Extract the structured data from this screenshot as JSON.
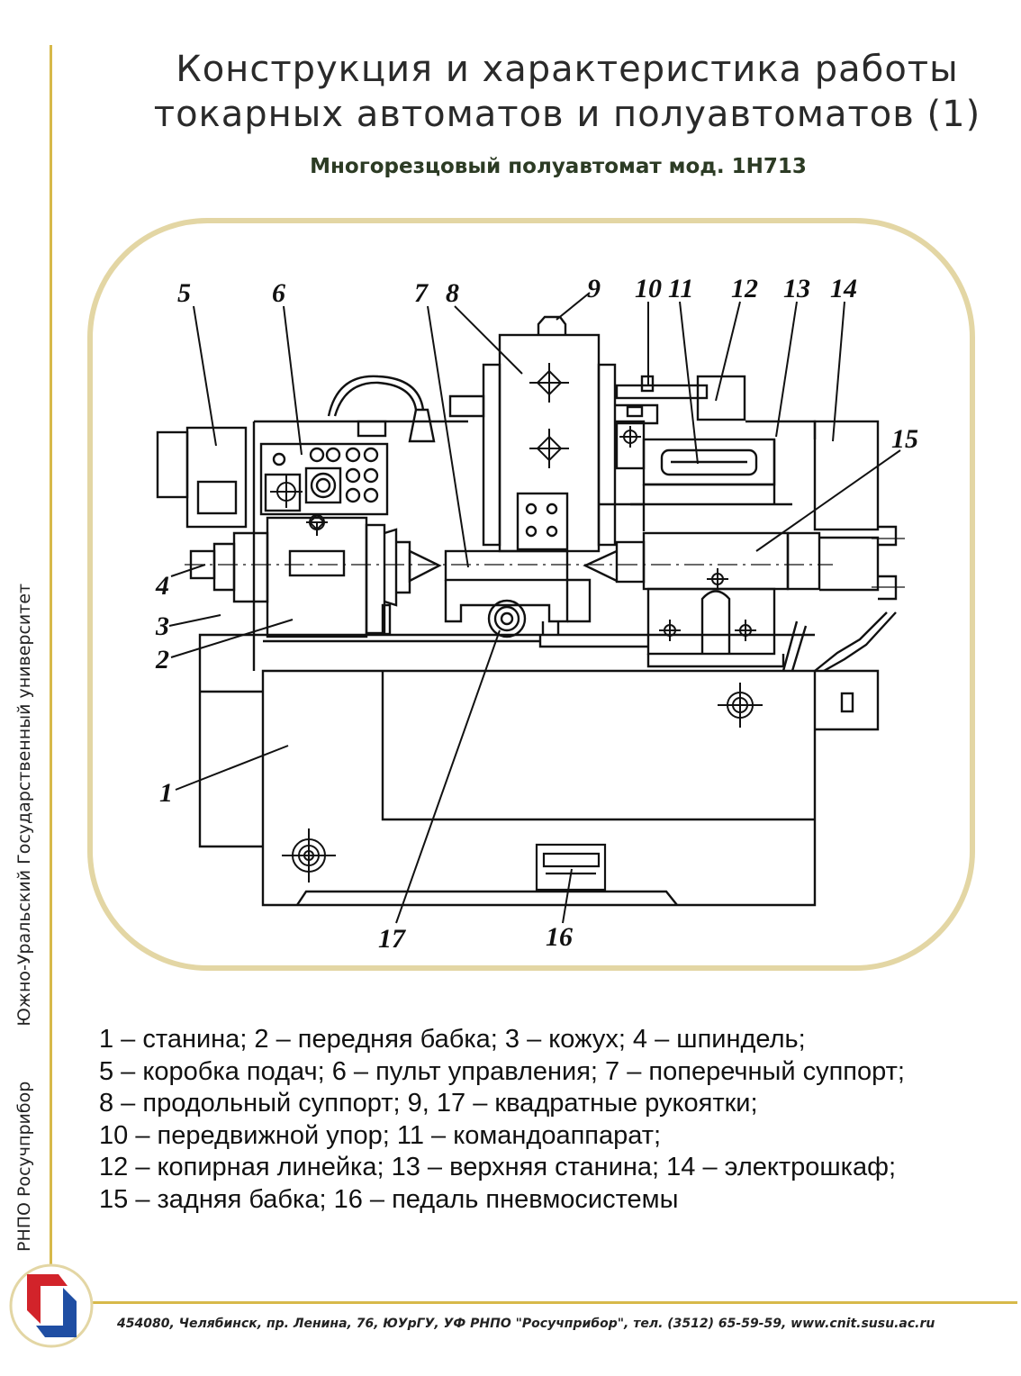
{
  "title_line1": "Конструкция и характеристика работы",
  "title_line2": "токарных автоматов и полуавтоматов (1)",
  "subtitle": "Многорезцовый полуавтомат мод. 1Н713",
  "callouts": [
    "1",
    "2",
    "3",
    "4",
    "5",
    "6",
    "7",
    "8",
    "9",
    "10",
    "11",
    "12",
    "13",
    "14",
    "15",
    "16",
    "17"
  ],
  "legend": [
    "1 – станина; 2 – передняя бабка; 3 – кожух; 4 – шпиндель;",
    "5 – коробка подач; 6 – пульт управления; 7 – поперечный суппорт;",
    "8 – продольный суппорт; 9, 17 – квадратные рукоятки;",
    "10 – передвижной упор; 11 – командоаппарат;",
    "12 – копирная линейка; 13 – верхняя станина; 14 – электрошкаф;",
    "15 – задняя бабка; 16 – педаль пневмосистемы"
  ],
  "side_org": "РНПО Росучприбор",
  "side_uni": "Южно-Уральский Государственный университет",
  "footer": "454080, Челябинск, пр. Ленина, 76, ЮУрГУ, УФ РНПО \"Росучприбор\", тел. (3512) 65-59-59, www.cnit.susu.ac.ru",
  "colors": {
    "frame": "#e3d6a4",
    "accent_line": "#d7b94a",
    "logo_red": "#d2232a",
    "logo_blue": "#1f4ea3",
    "drawing": "#111111"
  }
}
